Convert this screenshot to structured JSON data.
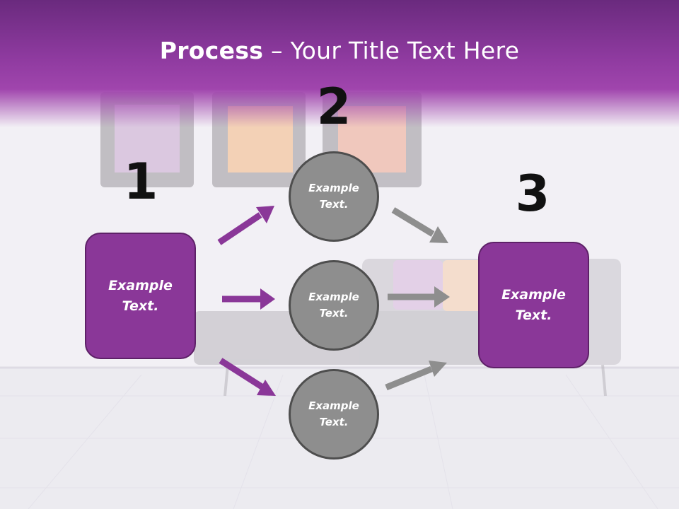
{
  "title": {
    "bold": "Process",
    "rest": " – Your Title Text Here"
  },
  "steps": {
    "one": "1",
    "two": "2",
    "three": "3"
  },
  "boxes": {
    "left": {
      "line1": "Example",
      "line2": "Text."
    },
    "right": {
      "line1": "Example",
      "line2": "Text."
    }
  },
  "circles": [
    {
      "line1": "Example",
      "line2": "Text."
    },
    {
      "line1": "Example",
      "line2": "Text."
    },
    {
      "line1": "Example",
      "line2": "Text."
    }
  ],
  "colors": {
    "accent_purple": "#8a3798",
    "arrow_purple": "#8a3798",
    "arrow_gray": "#8e8e8e",
    "circle_gray": "#8e8e8e"
  }
}
